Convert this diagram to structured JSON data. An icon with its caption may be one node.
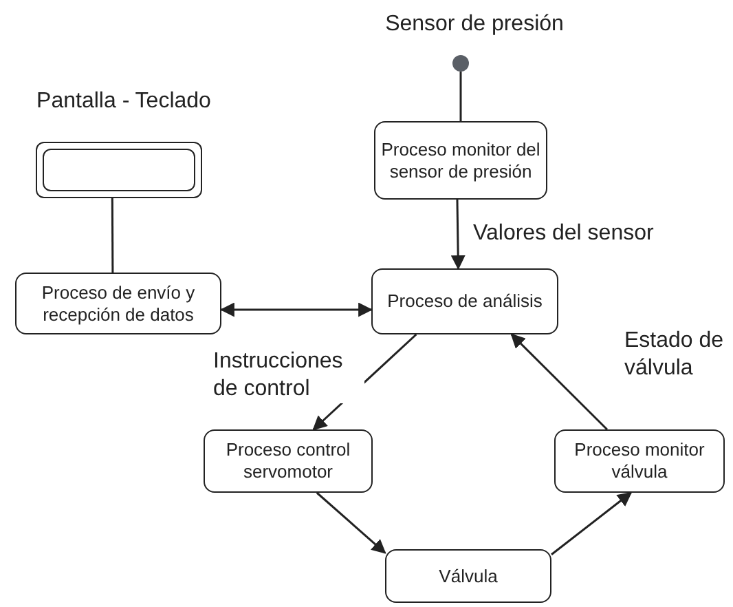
{
  "diagram": {
    "nodes": [
      {
        "text": [
          "Pantalla - Teclado"
        ]
      },
      {
        "text": [
          "Sensor de presión"
        ]
      },
      {
        "text": [
          "Proceso monitor del sensor de presión"
        ]
      },
      {
        "text": [
          "Proceso de envío y recepción de datos"
        ]
      },
      {
        "text": [
          "Proceso de análisis"
        ]
      },
      {
        "text": [
          "Proceso control servomotor"
        ]
      },
      {
        "text": [
          "Proceso monitor válvula"
        ]
      },
      {
        "text": [
          "Válvula"
        ]
      }
    ],
    "edges": [
      {
        "from": 0,
        "to": 3,
        "arrow": "none"
      },
      {
        "from": 1,
        "to": 2,
        "arrow": "none"
      },
      {
        "from": 2,
        "to": 4,
        "arrow": "to",
        "label": "Valores del sensor"
      },
      {
        "from": 3,
        "to": 4,
        "arrow": "both"
      },
      {
        "from": 4,
        "to": 5,
        "arrow": "to",
        "label": "Instrucciones de control"
      },
      {
        "from": 5,
        "to": 7,
        "arrow": "to"
      },
      {
        "from": 7,
        "to": 6,
        "arrow": "to"
      },
      {
        "from": 6,
        "to": 4,
        "arrow": "to",
        "label": "Estado de válvula"
      }
    ]
  }
}
